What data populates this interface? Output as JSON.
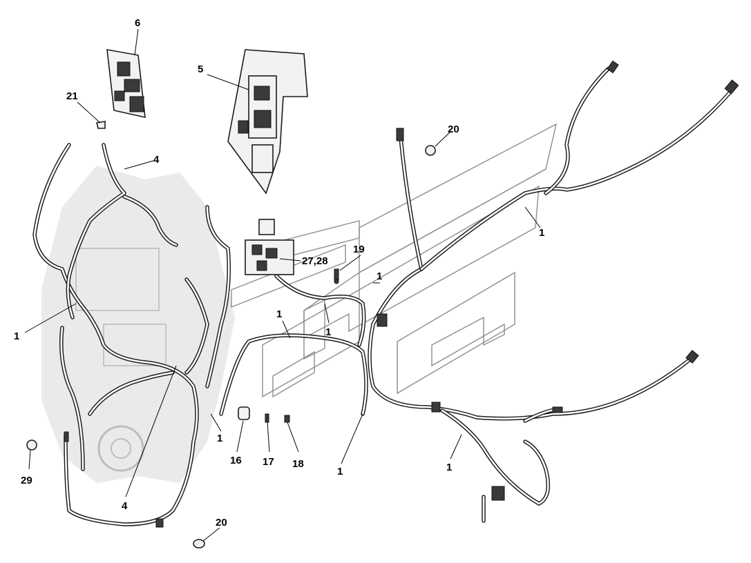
{
  "callouts": {
    "c6": "6",
    "c5": "5",
    "c21": "21",
    "c20a": "20",
    "c4a": "4",
    "c1a": "1",
    "c27": "27,28",
    "c19": "19",
    "c1b": "1",
    "c1c": "1",
    "c1d": "1",
    "c1e": "1",
    "c1f": "1",
    "c16": "16",
    "c17": "17",
    "c18": "18",
    "c1g": "1",
    "c1h": "1",
    "c29": "29",
    "c4b": "4",
    "c20b": "20"
  }
}
